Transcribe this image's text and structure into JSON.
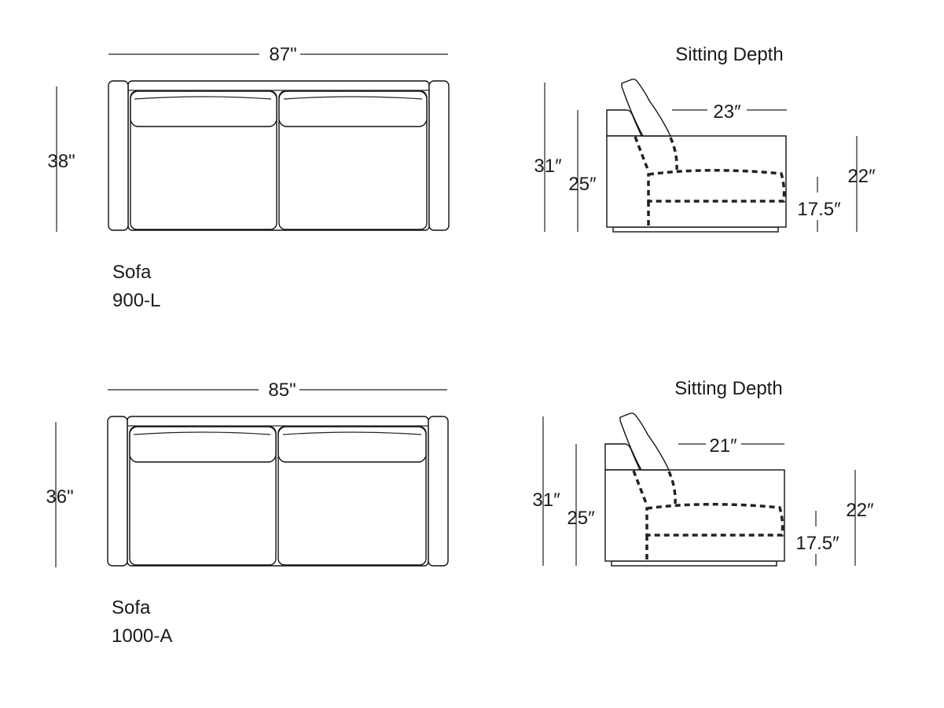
{
  "sofas": [
    {
      "name": "Sofa",
      "model": "900-L",
      "width": "87\"",
      "depth": "38\"",
      "side_title": "Sitting Depth",
      "sitting_depth": "23″",
      "total_height": "31″",
      "arm_height": "25″",
      "seat_front_height": "22″",
      "seat_height": "17.5″"
    },
    {
      "name": "Sofa",
      "model": "1000-A",
      "width": "85\"",
      "depth": "36\"",
      "side_title": "Sitting Depth",
      "sitting_depth": "21″",
      "total_height": "31″",
      "arm_height": "25″",
      "seat_front_height": "22″",
      "seat_height": "17.5″"
    }
  ]
}
